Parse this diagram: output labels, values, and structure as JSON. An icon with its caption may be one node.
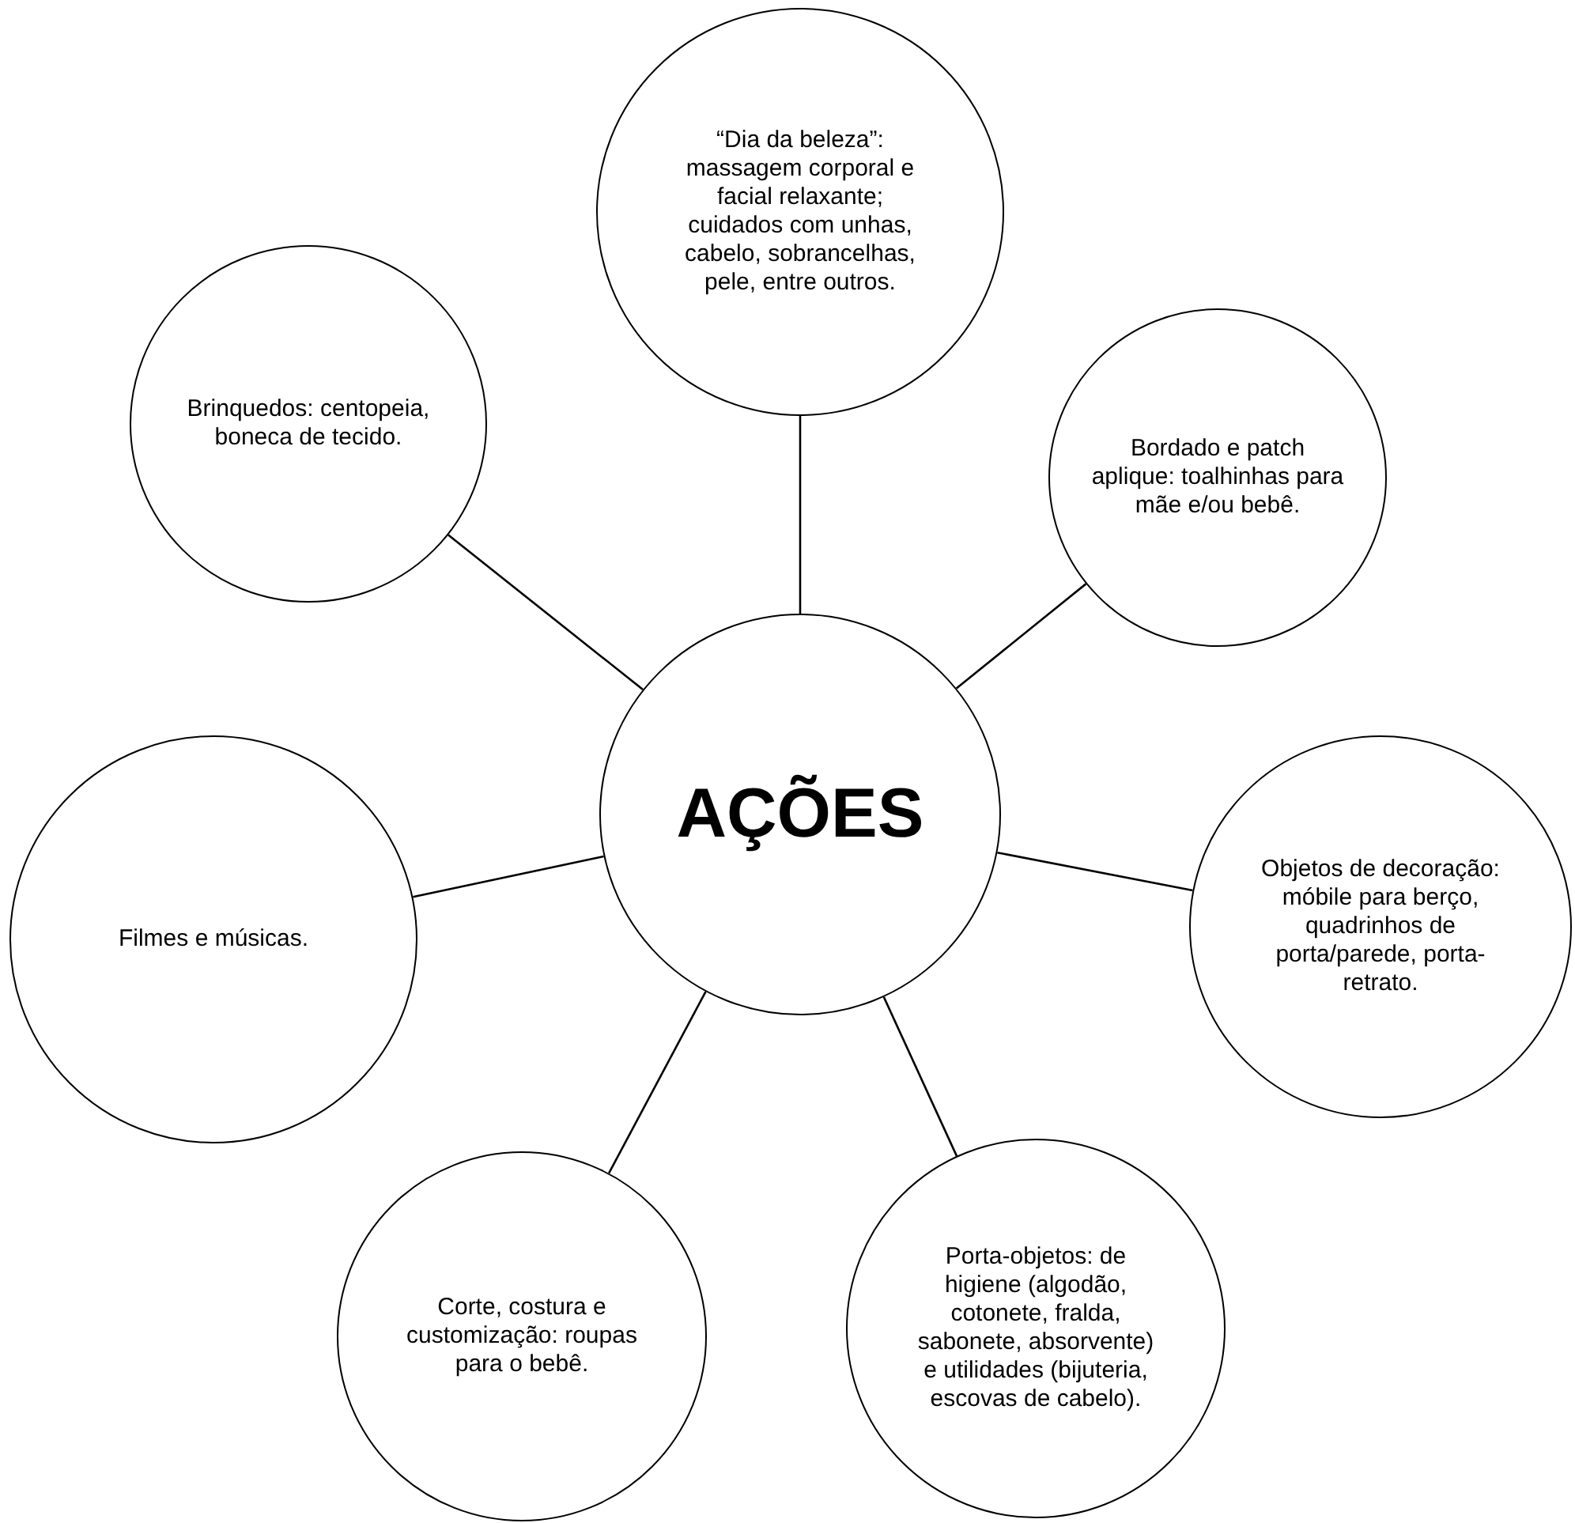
{
  "diagram": {
    "nodes": [
      {
        "text": [
          "“Dia da beleza”: massagem corporal e facial relaxante; cuidados com unhas, cabelo, sobrancelhas, pele, entre outros."
        ]
      },
      {
        "text": [
          "Brinquedos: centopeia, boneca de tecido."
        ]
      },
      {
        "text": [
          "Bordado e patch aplique: toalhinhas para mãe e/ou bebê."
        ]
      },
      {
        "text": [
          "AÇÕES"
        ]
      },
      {
        "text": [
          "Filmes e músicas."
        ]
      },
      {
        "text": [
          "Objetos de decoração: móbile para berço, quadrinhos de porta/parede, porta-retrato."
        ]
      },
      {
        "text": [
          "Corte, costura e customização: roupas para o bebê."
        ]
      },
      {
        "text": [
          "Porta-objetos: de higiene (algodão, cotonete, fralda, sabonete, absorvente) e utilidades (bijuteria, escovas de cabelo)."
        ]
      }
    ],
    "edges": [
      {
        "from": 3,
        "to": 0,
        "arrow": "none"
      },
      {
        "from": 3,
        "to": 1,
        "arrow": "none"
      },
      {
        "from": 3,
        "to": 2,
        "arrow": "none"
      },
      {
        "from": 3,
        "to": 4,
        "arrow": "none"
      },
      {
        "from": 3,
        "to": 5,
        "arrow": "none"
      },
      {
        "from": 3,
        "to": 6,
        "arrow": "none"
      },
      {
        "from": 3,
        "to": 7,
        "arrow": "none"
      }
    ]
  }
}
